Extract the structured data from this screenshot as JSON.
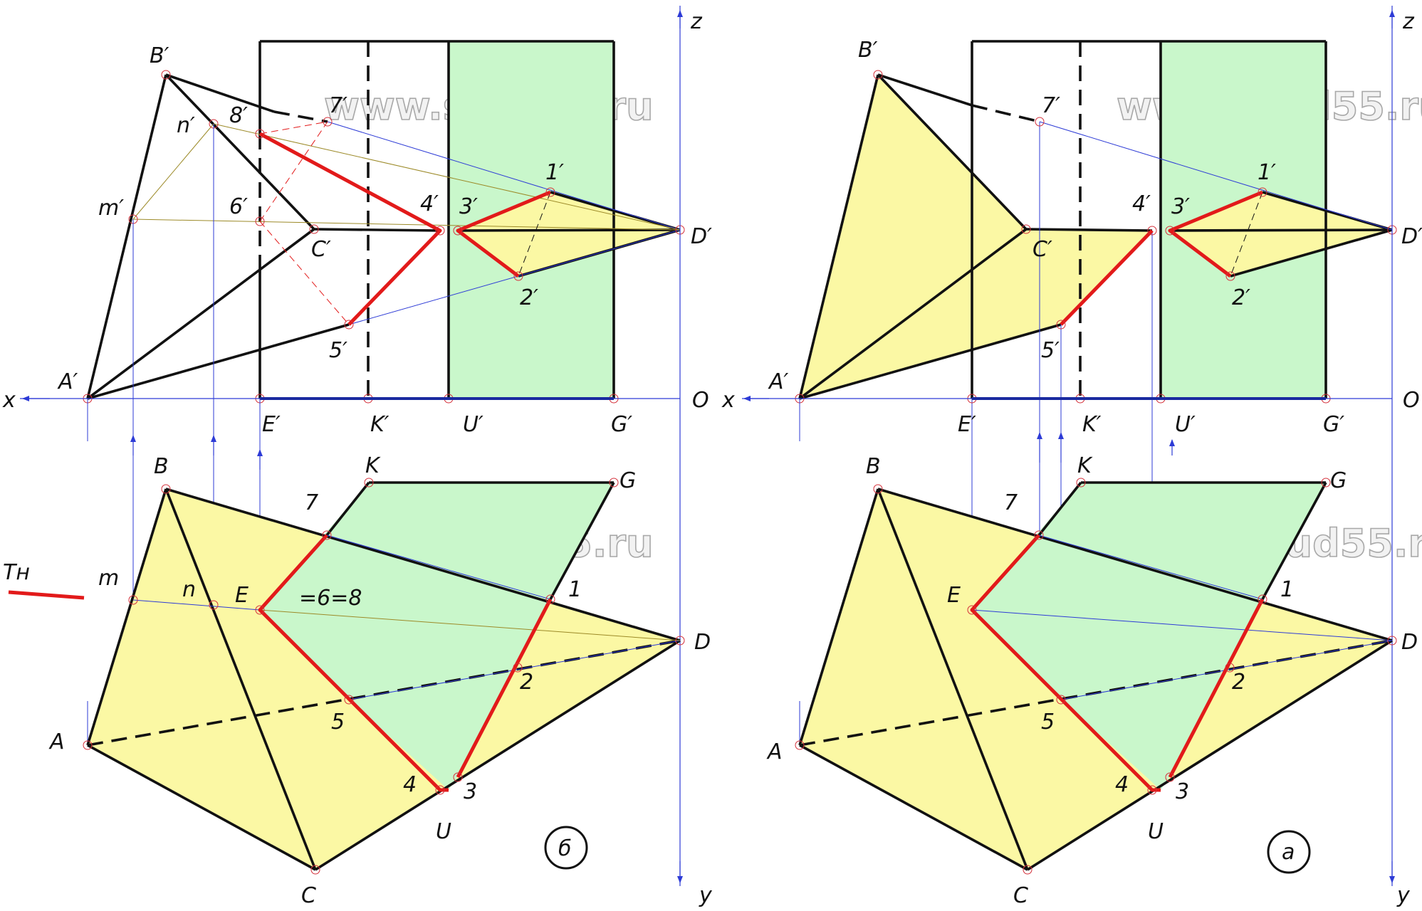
{
  "watermark": "www.stud55.ru",
  "colors": {
    "yellow_fill": "#fbf8a4",
    "green_fill": "#c9f7cb",
    "outline": "#111111",
    "section_line": "#e21a1a",
    "projection_line": "#2d3bd6",
    "auxiliary_line": "#9c8a28",
    "axis_line": "#1a2aa0"
  },
  "left_panel": {
    "panel_mark": "б",
    "labels": {
      "z": "z",
      "y": "y",
      "x": "x",
      "O": "O",
      "Bp": "B′",
      "n_p": "n′",
      "8p": "8′",
      "7p": "7′",
      "m_p": "m′",
      "6p": "6′",
      "Cp": "C′",
      "4p": "4′",
      "3p": "3′",
      "1p": "1′",
      "2p": "2′",
      "5p": "5′",
      "Dp": "D′",
      "Ap": "A′",
      "Ep": "E′",
      "Kp": "K′",
      "Up": "U′",
      "Gp": "G′",
      "B": "B",
      "K": "K",
      "G": "G",
      "7": "7",
      "m": "m",
      "n": "n",
      "E": "E",
      "eq": "=6=8",
      "1": "1",
      "D": "D",
      "2": "2",
      "5": "5",
      "A": "A",
      "4": "4",
      "3": "3",
      "U": "U",
      "C": "C",
      "Tn": "Tн"
    }
  },
  "right_panel": {
    "panel_mark": "a",
    "labels": {
      "z": "z",
      "y": "y",
      "x": "x",
      "O": "O",
      "Bp": "B′",
      "7p": "7′",
      "Cp": "C′",
      "4p": "4′",
      "3p": "3′",
      "1p": "1′",
      "2p": "2′",
      "5p": "5′",
      "Dp": "D′",
      "Ap": "A′",
      "Ep": "E′",
      "Kp": "K′",
      "Up": "U′",
      "Gp": "G′",
      "B": "B",
      "K": "K",
      "G": "G",
      "7": "7",
      "E": "E",
      "1": "1",
      "D": "D",
      "2": "2",
      "5": "5",
      "A": "A",
      "4": "4",
      "3": "3",
      "U": "U",
      "C": "C"
    }
  }
}
